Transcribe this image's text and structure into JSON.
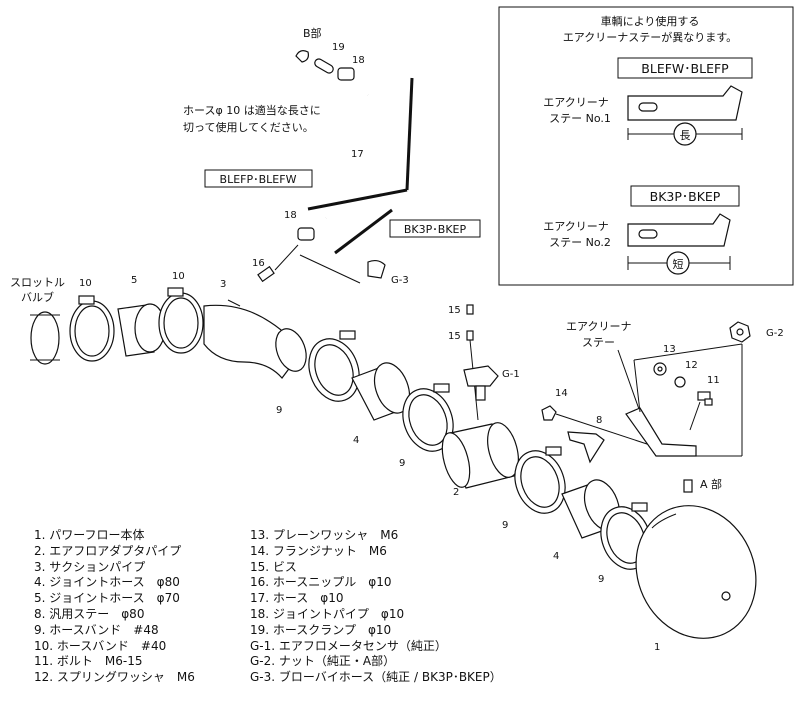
{
  "note_box": {
    "line1": "車輌により使用する",
    "line2": "エアクリーナステーが異なります。",
    "variant_a": "BLEFW･BLEFP",
    "variant_b": "BK3P･BKEP",
    "stay1_label_l1": "エアクリーナ",
    "stay1_label_l2": "ステー No.1",
    "stay2_label_l1": "エアクリーナ",
    "stay2_label_l2": "ステー No.2",
    "length_long": "長",
    "length_short": "短"
  },
  "hose_note": {
    "line1": "ホースφ 10 は適当な長さに",
    "line2": "切って使用してください。"
  },
  "boxed_labels": {
    "blefp_blefw": "BLEFP･BLEFW",
    "bk3p_bkep": "BK3P･BKEP"
  },
  "callouts": {
    "b_part": "B部",
    "a_part": "A 部",
    "throttle_l1": "スロットル",
    "throttle_l2": "バルブ",
    "stay_l1": "エアクリーナ",
    "stay_l2": "ステー",
    "n19": "19",
    "n18a": "18",
    "n17": "17",
    "n18b": "18",
    "n16": "16",
    "g3": "G-3",
    "n10a": "10",
    "n5": "5",
    "n10b": "10",
    "n3": "3",
    "n9a": "9",
    "n4a": "4",
    "n9b": "9",
    "n15a": "15",
    "n15b": "15",
    "g1": "G-1",
    "n2": "2",
    "n14": "14",
    "n8": "8",
    "n9c": "9",
    "n4b": "4",
    "n9d": "9",
    "n13": "13",
    "n12": "12",
    "n11": "11",
    "g2": "G-2",
    "n1": "1"
  },
  "legend_left": [
    "1. パワーフロー本体",
    "2. エアフロアダプタパイプ",
    "3. サクションパイプ",
    "4. ジョイントホース　φ80",
    "5. ジョイントホース　φ70",
    "8. 汎用ステー　φ80",
    "9. ホースバンド　#48",
    "10. ホースバンド　#40",
    "11. ボルト　M6-15",
    "12. スプリングワッシャ　M6"
  ],
  "legend_right": [
    "13. プレーンワッシャ　M6",
    "14. フランジナット　M6",
    "15. ビス",
    "16. ホースニップル　φ10",
    "17. ホース　φ10",
    "18. ジョイントパイプ　φ10",
    "19. ホースクランプ　φ10",
    "G-1. エアフロメータセンサ（純正）",
    "G-2. ナット（純正・A部）",
    "G-3. ブローバイホース（純正 / BK3P･BKEP）"
  ]
}
